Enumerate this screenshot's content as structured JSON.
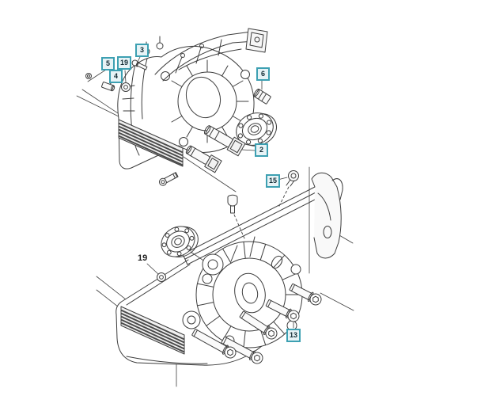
{
  "page": {
    "background": "#ffffff"
  },
  "colors": {
    "line": "#3d3d3d",
    "callout_border": "#3da0b2",
    "callout_bg": "#e7f3f6",
    "callout_text": "#132b34",
    "plain_label_text": "#1e1e1e"
  },
  "callouts": [
    {
      "label": "3",
      "style": "boxed"
    },
    {
      "label": "5",
      "style": "boxed"
    },
    {
      "label": "19",
      "style": "boxed"
    },
    {
      "label": "4",
      "style": "boxed"
    },
    {
      "label": "6",
      "style": "boxed"
    },
    {
      "label": "2",
      "style": "boxed"
    },
    {
      "label": "15",
      "style": "boxed"
    },
    {
      "label": "19",
      "style": "plain"
    },
    {
      "label": "13",
      "style": "boxed"
    }
  ]
}
